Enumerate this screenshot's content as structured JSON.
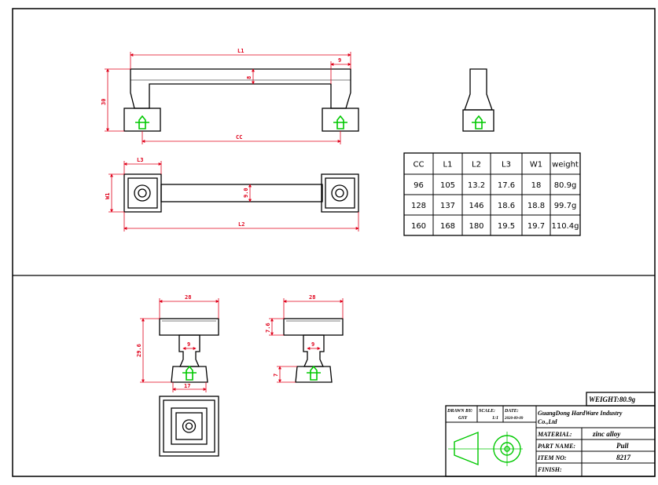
{
  "upper": {
    "labels": {
      "l1": "L1",
      "nine_top": "9",
      "eight": "8",
      "thirty": "30",
      "cc": "CC",
      "l3": "L3",
      "w1": "W1",
      "nine_mid": "9.0",
      "l2": "L2"
    },
    "spec_table": {
      "headers": [
        "CC",
        "L1",
        "L2",
        "L3",
        "W1",
        "weight"
      ],
      "rows": [
        [
          "96",
          "105",
          "13.2",
          "17.6",
          "18",
          "80.9g"
        ],
        [
          "128",
          "137",
          "146",
          "18.6",
          "18.8",
          "99.7g"
        ],
        [
          "160",
          "168",
          "180",
          "19.5",
          "19.7",
          "110.4g"
        ]
      ]
    }
  },
  "lower": {
    "labels": {
      "w28_left": "28",
      "w28_right": "28",
      "h29_6": "29.6",
      "nine_left": "9",
      "nine_right": "9",
      "seventeen": "17",
      "h7_6": "7.6",
      "seven": "7"
    }
  },
  "title_block": {
    "weight": "WEIGHT:80.9g",
    "drawn_by_label": "DRAWN BY:",
    "drawn_by_value": "GSY",
    "scale_label": "SCALE:",
    "scale_value": "1:1",
    "date_label": "DATE:",
    "date_value": "2020-09-09",
    "company": "GuangDong HardWare Industry Co.,Ltd",
    "material_label": "MATERIAL:",
    "material_value": "zinc alloy",
    "part_name_label": "PART NAME:",
    "part_name_value": "Pull",
    "item_no_label": "ITEM NO:",
    "item_no_value": "8217",
    "finish_label": "FINISH:",
    "finish_value": ""
  },
  "colors": {
    "outline": "#000000",
    "dimension": "#e0001a",
    "accent_green": "#00c800",
    "background": "#ffffff"
  }
}
